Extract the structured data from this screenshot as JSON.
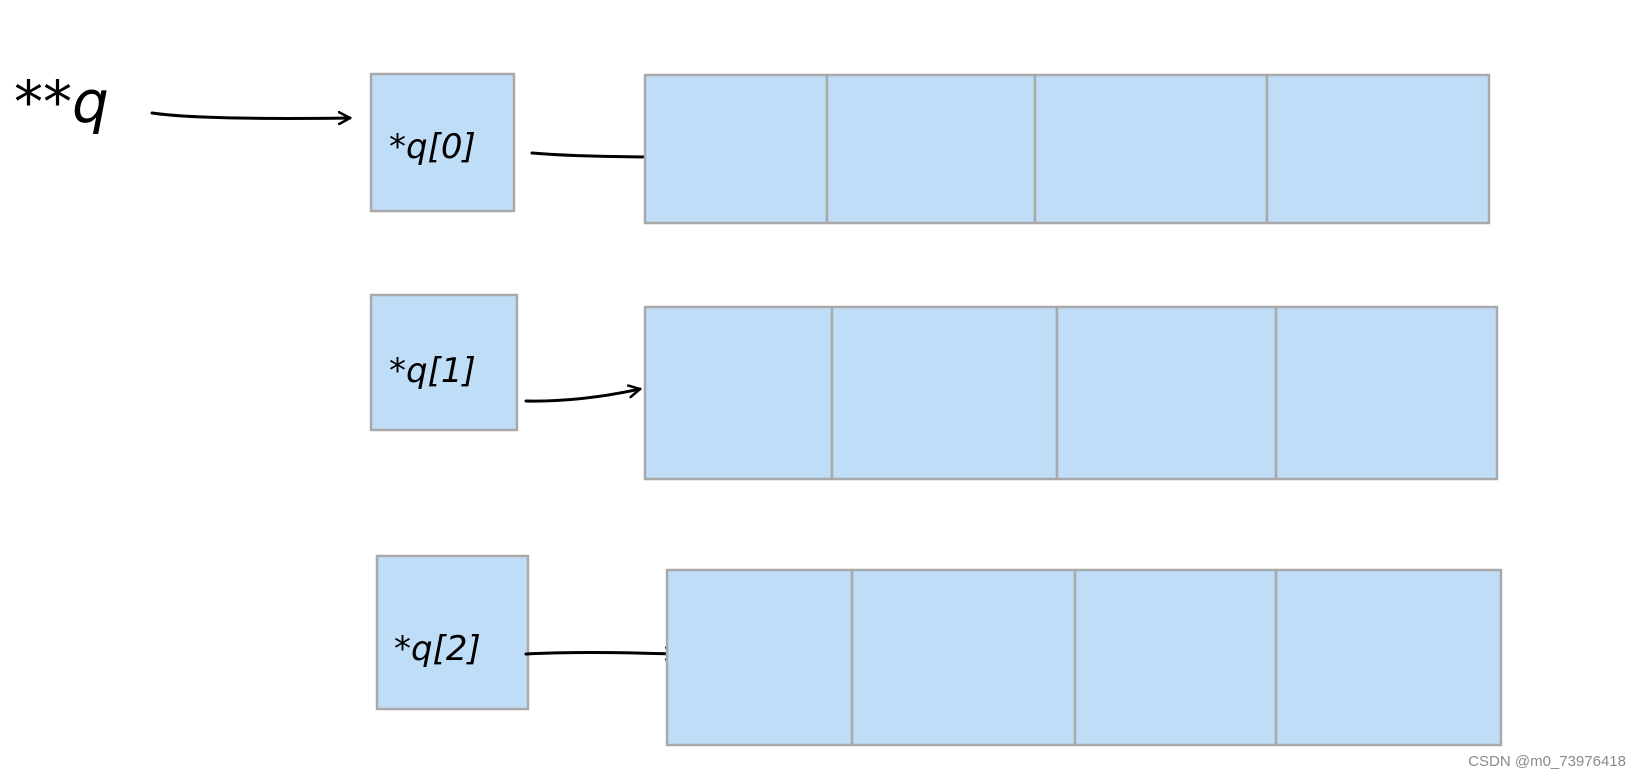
{
  "colors": {
    "cell_fill": "#bfddf7",
    "cell_border": "#a9a9a9",
    "ink": "#000000"
  },
  "root_pointer": {
    "label": "**q"
  },
  "row_pointers": [
    {
      "label": "*q[0]",
      "array_cells": 4
    },
    {
      "label": "*q[1]",
      "array_cells": 4
    },
    {
      "label": "*q[2]",
      "array_cells": 4
    }
  ],
  "watermark": "CSDN @m0_73976418"
}
